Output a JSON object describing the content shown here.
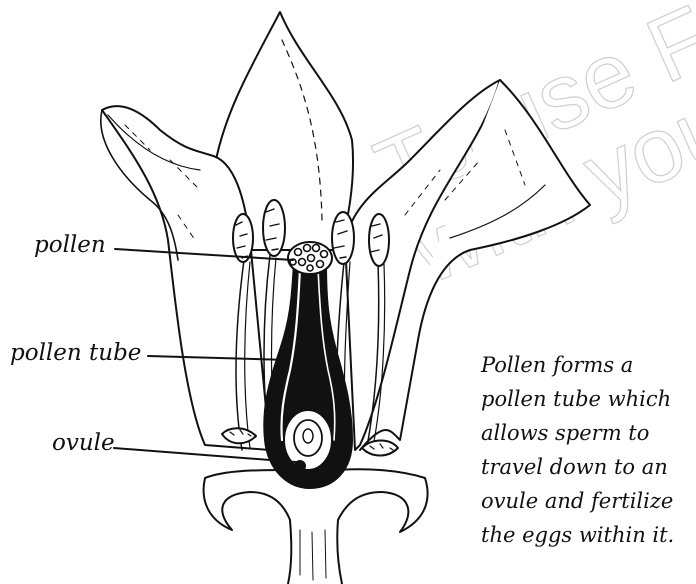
{
  "labels": {
    "pollen": "pollen",
    "pollen_tube": "pollen tube",
    "ovule": "ovule"
  },
  "caption": {
    "lines": [
      "Pollen forms a",
      "pollen tube which",
      "allows sperm to",
      "travel down to an",
      "ovule and fertilize",
      "the eggs within it."
    ]
  },
  "watermark": {
    "line1": "To use Fo",
    "line2": "with your"
  },
  "colors": {
    "ink": "#111111",
    "watermark": "#d9d9d9"
  }
}
